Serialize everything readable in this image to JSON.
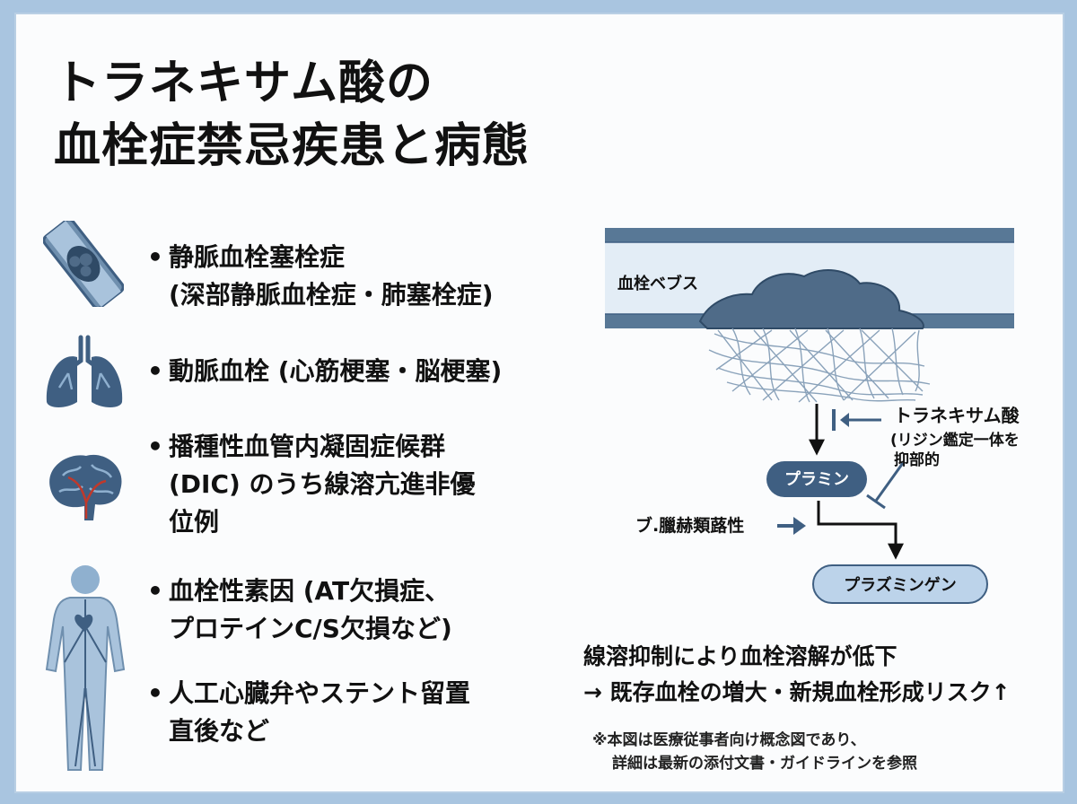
{
  "title": {
    "line1": "トラネキサム酸の",
    "line2": "血栓症禁忌疾患と病態"
  },
  "bullet_marker": "•",
  "contraindications": [
    {
      "icon": "vein-clot-icon",
      "text": "静脈血栓塞栓症\n(深部静脈血栓症・肺塞栓症)"
    },
    {
      "icon": "lungs-icon",
      "text": "動脈血栓 (心筋梗塞・脳梗塞)"
    },
    {
      "icon": "brain-icon",
      "text": "播種性血管内凝固症候群\n(DIC) のうち線溶亢進非優\n位例"
    },
    {
      "icon": "human-vascular-icon",
      "text": "血栓性素因 (AT欠損症、\nプロテインC/S欠損など)"
    },
    {
      "icon": "heart-stent-icon",
      "text": "人工心臓弁やステント留置\n直後など"
    }
  ],
  "diagram": {
    "clot_label": "血栓ベブス",
    "drug_label_1": "トラネキサム酸",
    "drug_label_2": "(リジン鑑定一体を",
    "drug_label_3": "抑部的",
    "plasmin_label": "プラミン",
    "activator_label": "ブ.臘赫類蕗性",
    "plasminogen_label": "プラズミンゲン",
    "colors": {
      "vessel_wall": "#587896",
      "vessel_lumen": "#e3edf6",
      "clot": "#4f6b88",
      "pill_dark": "#3f5f82",
      "pill_light": "#bcd3ea"
    }
  },
  "summary": {
    "line1": "線溶抑制により血栓溶解が低下",
    "line2": "→ 既存血栓の増大・新規血栓形成リスク↑"
  },
  "footnote": {
    "line1": "※本図は医療従事者向け概念図であり、",
    "line2": "詳細は最新の添付文書・ガイドラインを参照"
  }
}
